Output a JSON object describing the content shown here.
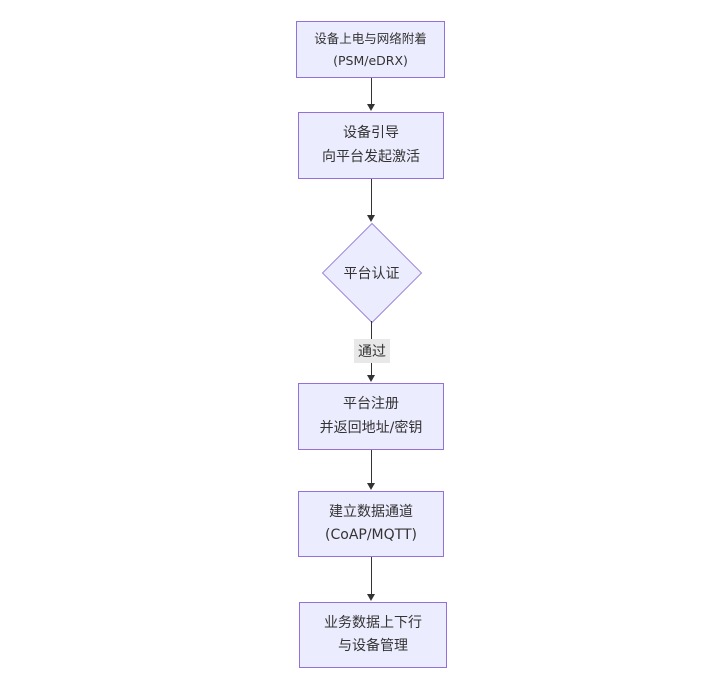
{
  "diagram": {
    "type": "flowchart",
    "direction": "top-down",
    "colors": {
      "node_fill": "#ECECFF",
      "node_border": "#9370DB",
      "edge_color": "#333333",
      "edge_label_bg": "#e8e8e8",
      "text_color": "#333333",
      "background": "#ffffff"
    },
    "nodes": [
      {
        "id": "n1",
        "shape": "rect",
        "lines": [
          "设备上电与网络附着",
          "(PSM/eDRX)"
        ]
      },
      {
        "id": "n2",
        "shape": "rect",
        "lines": [
          "设备引导",
          "向平台发起激活"
        ]
      },
      {
        "id": "n3",
        "shape": "diamond",
        "lines": [
          "平台认证"
        ]
      },
      {
        "id": "n4",
        "shape": "rect",
        "lines": [
          "平台注册",
          "并返回地址/密钥"
        ]
      },
      {
        "id": "n5",
        "shape": "rect",
        "lines": [
          "建立数据通道",
          "(CoAP/MQTT)"
        ]
      },
      {
        "id": "n6",
        "shape": "rect",
        "lines": [
          "业务数据上下行",
          "与设备管理"
        ]
      }
    ],
    "edges": [
      {
        "from": "n1",
        "to": "n2",
        "label": ""
      },
      {
        "from": "n2",
        "to": "n3",
        "label": ""
      },
      {
        "from": "n3",
        "to": "n4",
        "label": "通过"
      },
      {
        "from": "n4",
        "to": "n5",
        "label": ""
      },
      {
        "from": "n5",
        "to": "n6",
        "label": ""
      }
    ]
  }
}
